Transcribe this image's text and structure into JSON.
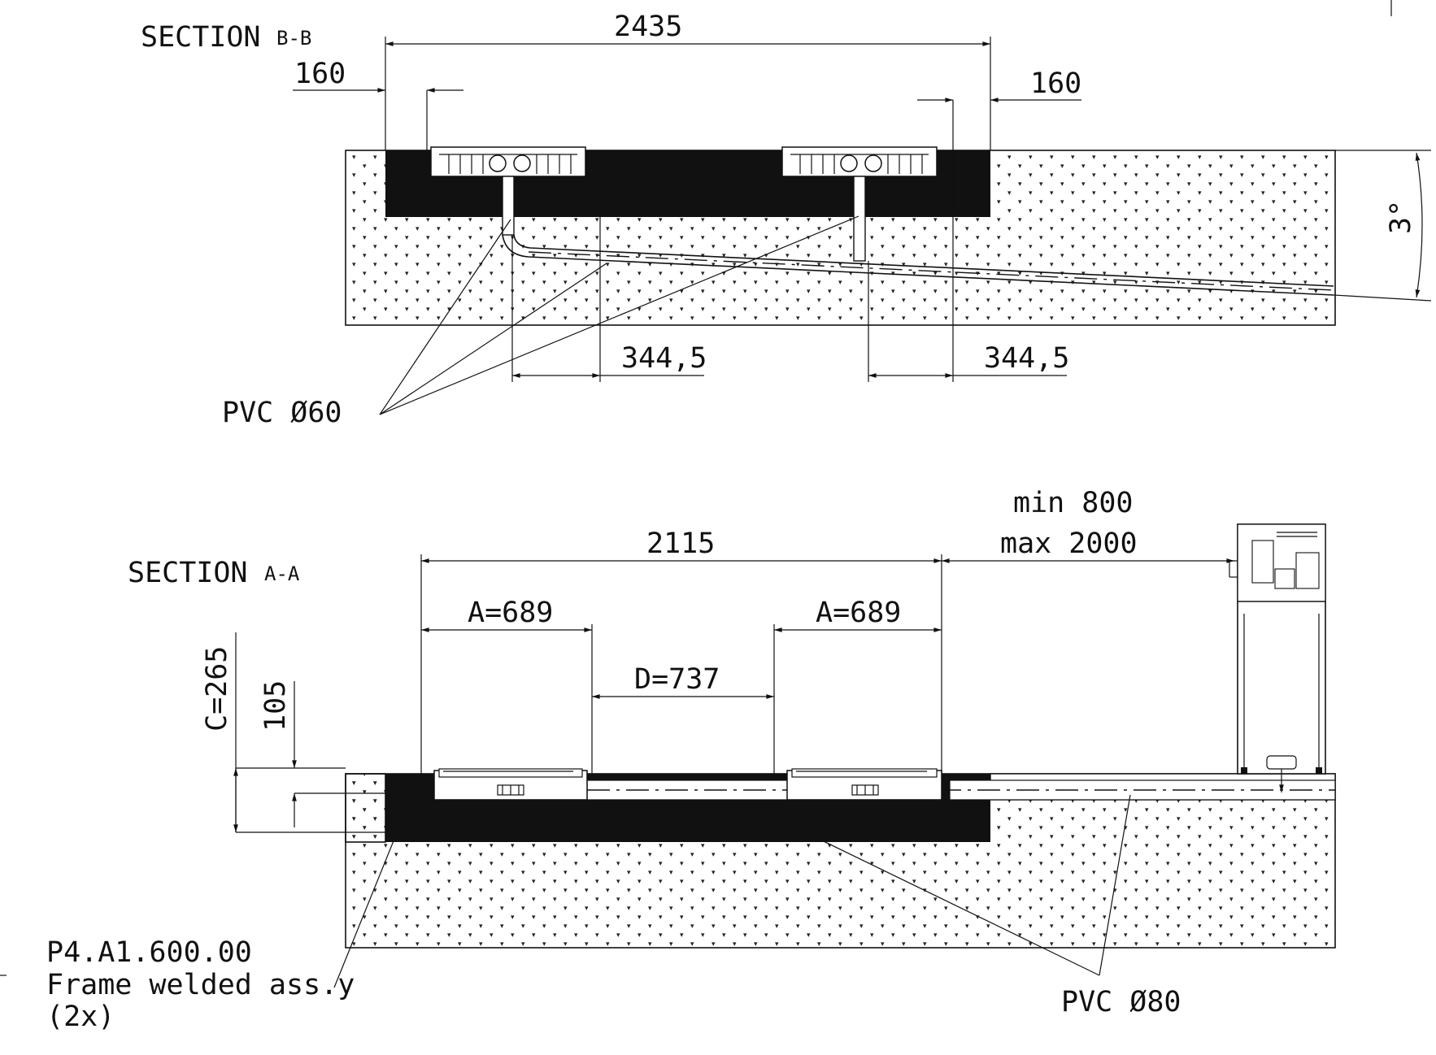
{
  "section_bb": {
    "title": "SECTION",
    "title_suffix": "B-B",
    "dim_total": "2435",
    "dim_left_offset": "160",
    "dim_right_offset": "160",
    "dim_left_pipe": "344,5",
    "dim_right_pipe": "344,5",
    "slope": "3°",
    "pipe_label": "PVC Ø60"
  },
  "section_aa": {
    "title": "SECTION",
    "title_suffix": "A-A",
    "dim_total": "2115",
    "dim_a_left": "A=689",
    "dim_a_right": "A=689",
    "dim_d": "D=737",
    "dim_c": "C=265",
    "dim_105": "105",
    "dim_gap_line1": "min 800",
    "dim_gap_line2": "max 2000",
    "frame_label_line1": "P4.A1.600.00",
    "frame_label_line2": "Frame welded ass.y",
    "frame_label_line3": "(2x)",
    "pipe_label": "PVC Ø80"
  },
  "colors": {
    "ink": "#111111",
    "concrete_fill": "#111111",
    "soil_dot": "#222222",
    "background": "#ffffff"
  }
}
